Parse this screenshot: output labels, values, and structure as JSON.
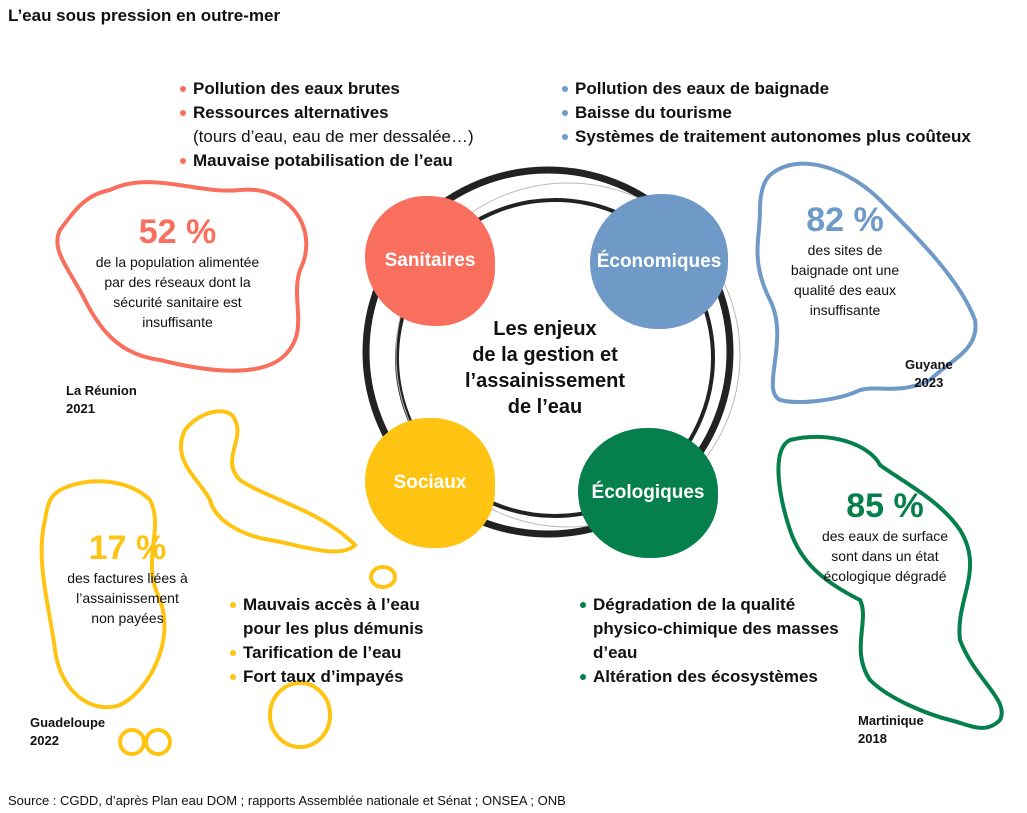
{
  "title": "L’eau sous pression en outre-mer",
  "source": "Source : CGDD, d’après Plan eau DOM ; rapports Assemblée nationale et Sénat ; ONSEA ; ONB",
  "colors": {
    "sanitaires": "#F86F5E",
    "economiques": "#6F99C6",
    "sociaux": "#FFC412",
    "ecologiques": "#057F4B"
  },
  "center": [
    "Les enjeux",
    "de la gestion et",
    "l’assainissement",
    "de l’eau"
  ],
  "categories": {
    "sanitaires": "Sanitaires",
    "economiques": "Économiques",
    "sociaux": "Sociaux",
    "ecologiques": "Écologiques"
  },
  "lists": {
    "sanitaires": [
      {
        "label": "Pollution des eaux brutes"
      },
      {
        "label": "Ressources alternatives",
        "sub": "(tours d’eau, eau de mer dessalée…)"
      },
      {
        "label": "Mauvaise potabilisation de l’eau"
      }
    ],
    "economiques": [
      "Pollution des eaux de baignade",
      "Baisse du tourisme",
      "Systèmes de traitement autonomes plus coûteux"
    ],
    "sociaux": [
      "Mauvais accès à l’eau pour les plus démunis",
      "Tarification de l’eau",
      "Fort taux d’impayés"
    ],
    "ecologiques": [
      "Dégradation de la qualité physico-chimique des masses d’eau",
      "Altération des écosystèmes"
    ]
  },
  "stats": {
    "reunion": {
      "value": "52 %",
      "text": "de la population alimentée par des réseaux dont la sécurité sanitaire est insuffisante",
      "place": "La Réunion",
      "year": "2021"
    },
    "guyane": {
      "value": "82 %",
      "text": "des sites de baignade ont une qualité des eaux insuffisante",
      "place": "Guyane",
      "year": "2023"
    },
    "guadeloupe": {
      "value": "17 %",
      "text": "des factures liées à l’assainissement non payées",
      "place": "Guadeloupe",
      "year": "2022"
    },
    "martinique": {
      "value": "85 %",
      "text": "des eaux de surface sont dans un état écologique dégradé",
      "place": "Martinique",
      "year": "2018"
    }
  }
}
